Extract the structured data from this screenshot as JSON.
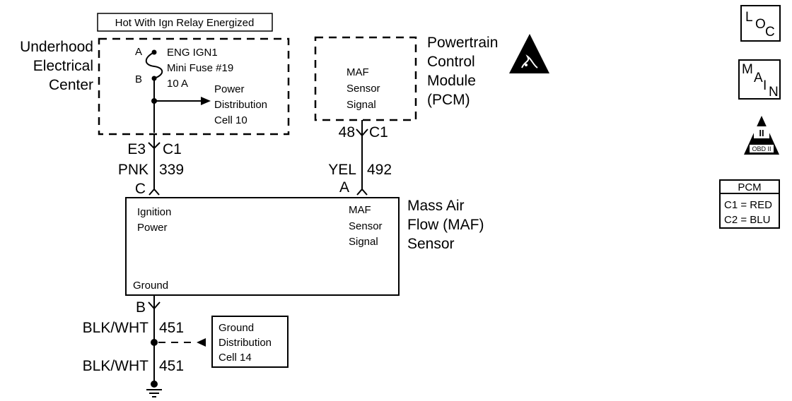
{
  "relay_note": "Hot With Ign Relay Energized",
  "underhood_center": [
    "Underhood",
    "Electrical",
    "Center"
  ],
  "fuse": {
    "pin_a": "A",
    "pin_b": "B",
    "lines": [
      "ENG IGN1",
      "Mini Fuse #19",
      "10 A"
    ]
  },
  "power_distribution": [
    "Power",
    "Distribution",
    "Cell 10"
  ],
  "pcm_box": {
    "lines": [
      "MAF",
      "Sensor",
      "Signal"
    ]
  },
  "pcm_label": [
    "Powertrain",
    "Control",
    "Module",
    "(PCM)"
  ],
  "connectors": {
    "e3": "E3",
    "c1_left": "C1",
    "pin_48": "48",
    "c1_right": "C1",
    "pin_c": "C",
    "pin_a": "A",
    "pin_b": "B"
  },
  "wires": {
    "pnk_color": "PNK",
    "pnk_circuit": "339",
    "yel_color": "YEL",
    "yel_circuit": "492",
    "ground_top_color": "BLK/WHT",
    "ground_top_circuit": "451",
    "ground_bottom_color": "BLK/WHT",
    "ground_bottom_circuit": "451"
  },
  "sensor": {
    "ignition_power": [
      "Ignition",
      "Power"
    ],
    "maf_signal": [
      "MAF",
      "Sensor",
      "Signal"
    ],
    "ground": "Ground",
    "label": [
      "Mass Air",
      "Flow (MAF)",
      "Sensor"
    ]
  },
  "ground_distribution": [
    "Ground",
    "Distribution",
    "Cell 14"
  ],
  "icons": {
    "loc": {
      "letters": [
        "L",
        "O",
        "C"
      ]
    },
    "main": {
      "letters": [
        "M",
        "A",
        "I",
        "N"
      ]
    },
    "obd": {
      "numeral": "II",
      "caption": "OBD II"
    },
    "esd": "esd-warning-icon"
  },
  "pcm_legend": {
    "title": "PCM",
    "rows": [
      "C1 = RED",
      "C2 = BLU"
    ]
  }
}
